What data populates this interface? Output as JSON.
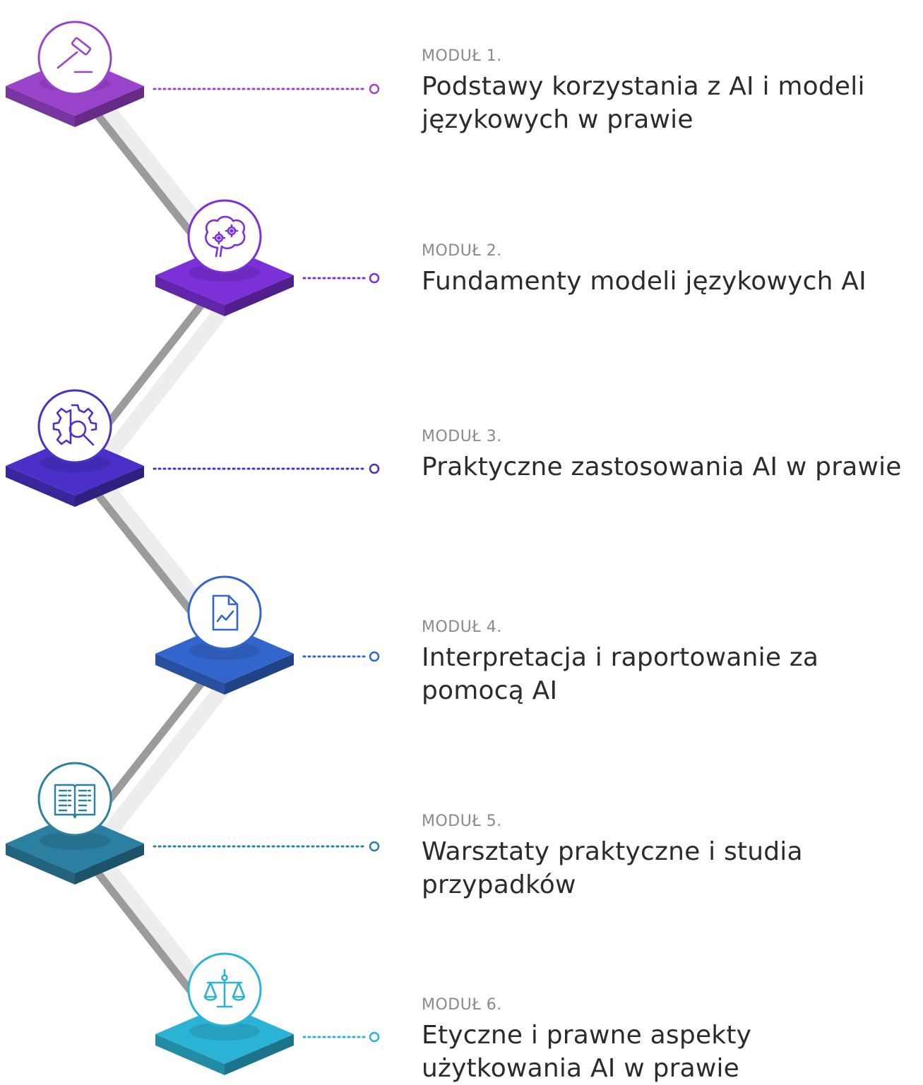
{
  "modules": [
    {
      "label": "MODUŁ 1.",
      "title": "Podstawy korzystania z AI i modeli językowych w prawie",
      "icon": "gavel-icon",
      "color": "#9A44CC"
    },
    {
      "label": "MODUŁ 2.",
      "title": "Fundamenty modeli językowych AI",
      "icon": "brain-gears-icon",
      "color": "#7B30D8"
    },
    {
      "label": "MODUŁ 3.",
      "title": "Praktyczne zastosowania AI w prawie",
      "icon": "gear-search-icon",
      "color": "#4B2FC8"
    },
    {
      "label": "MODUŁ 4.",
      "title": "Interpretacja i raportowanie za pomocą AI",
      "icon": "chart-document-icon",
      "color": "#3366CC"
    },
    {
      "label": "MODUŁ 5.",
      "title": "Warsztaty praktyczne i studia przypadków",
      "icon": "open-book-icon",
      "color": "#2B7FA0"
    },
    {
      "label": "MODUŁ 6.",
      "title": "Etyczne i prawne aspekty użytkowania AI w prawie",
      "icon": "scales-icon",
      "color": "#2BB3D6"
    }
  ]
}
